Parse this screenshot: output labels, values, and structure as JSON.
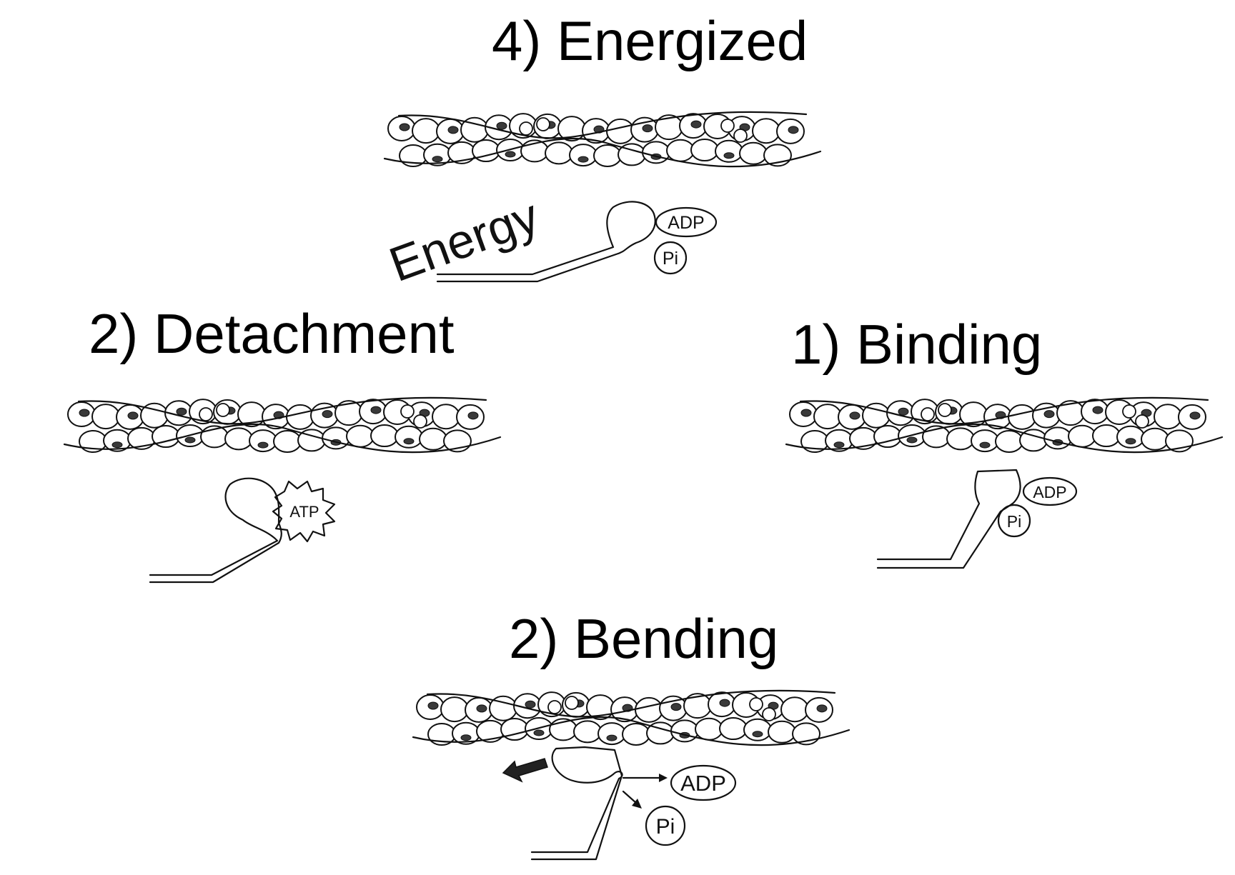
{
  "steps": {
    "energized": "4) Energized",
    "detachment": "2) Detachment",
    "binding": "1) Binding",
    "bending": "2) Bending"
  },
  "labels": {
    "energy": "Energy",
    "adp": "ADP",
    "pi": "Pi",
    "atp": "ATP"
  }
}
